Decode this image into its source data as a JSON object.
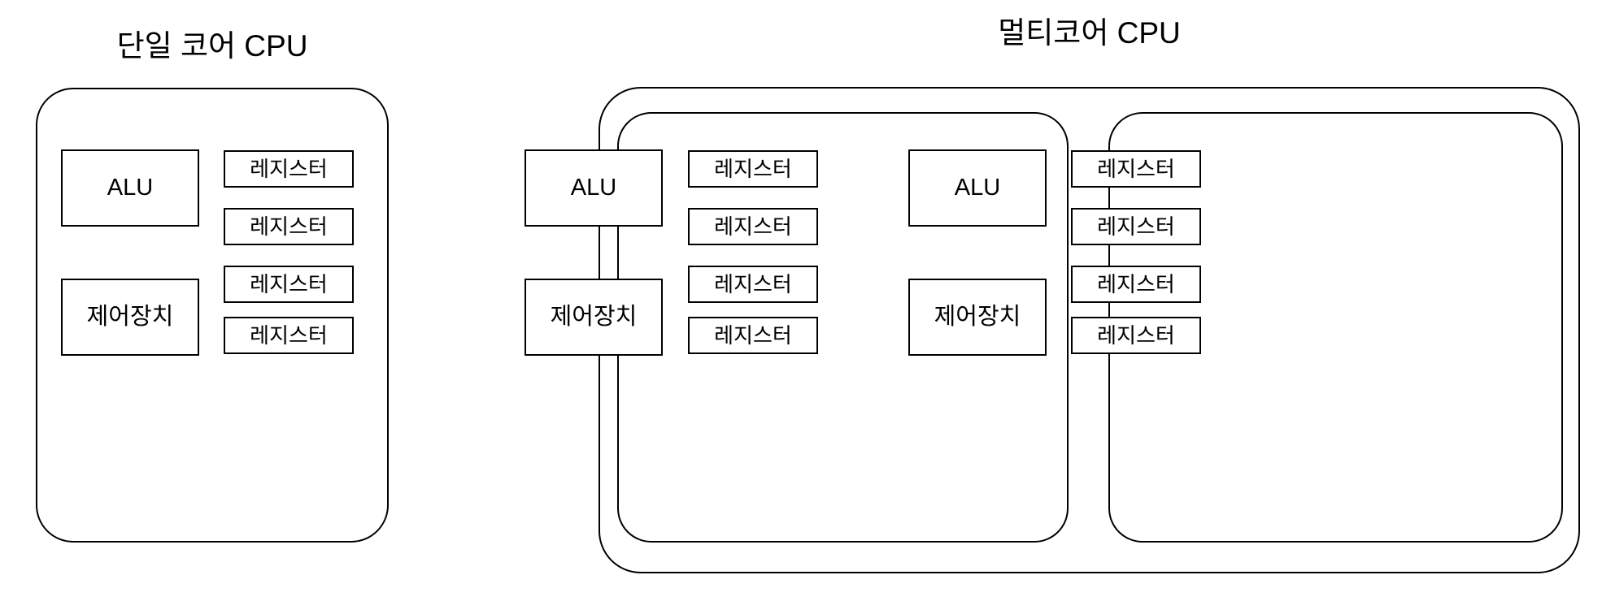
{
  "diagram": {
    "type": "cpu-architecture-comparison",
    "background_color": "#ffffff",
    "stroke_color": "#000000",
    "panels": [
      {
        "id": "single-core",
        "title": "단일 코어 CPU",
        "cores": [
          {
            "id": "core-1",
            "units": [
              {
                "label": "ALU"
              },
              {
                "label": "제어장치"
              }
            ],
            "registers": [
              {
                "label": "레지스터"
              },
              {
                "label": "레지스터"
              },
              {
                "label": "레지스터"
              },
              {
                "label": "레지스터"
              }
            ]
          }
        ]
      },
      {
        "id": "multi-core",
        "title": "멀티코어 CPU",
        "cores": [
          {
            "id": "core-1",
            "units": [
              {
                "label": "ALU"
              },
              {
                "label": "제어장치"
              }
            ],
            "registers": [
              {
                "label": "레지스터"
              },
              {
                "label": "레지스터"
              },
              {
                "label": "레지스터"
              },
              {
                "label": "레지스터"
              }
            ]
          },
          {
            "id": "core-2",
            "units": [
              {
                "label": "ALU"
              },
              {
                "label": "제어장치"
              }
            ],
            "registers": [
              {
                "label": "레지스터"
              },
              {
                "label": "레지스터"
              },
              {
                "label": "레지스터"
              },
              {
                "label": "레지스터"
              }
            ]
          }
        ]
      }
    ]
  }
}
